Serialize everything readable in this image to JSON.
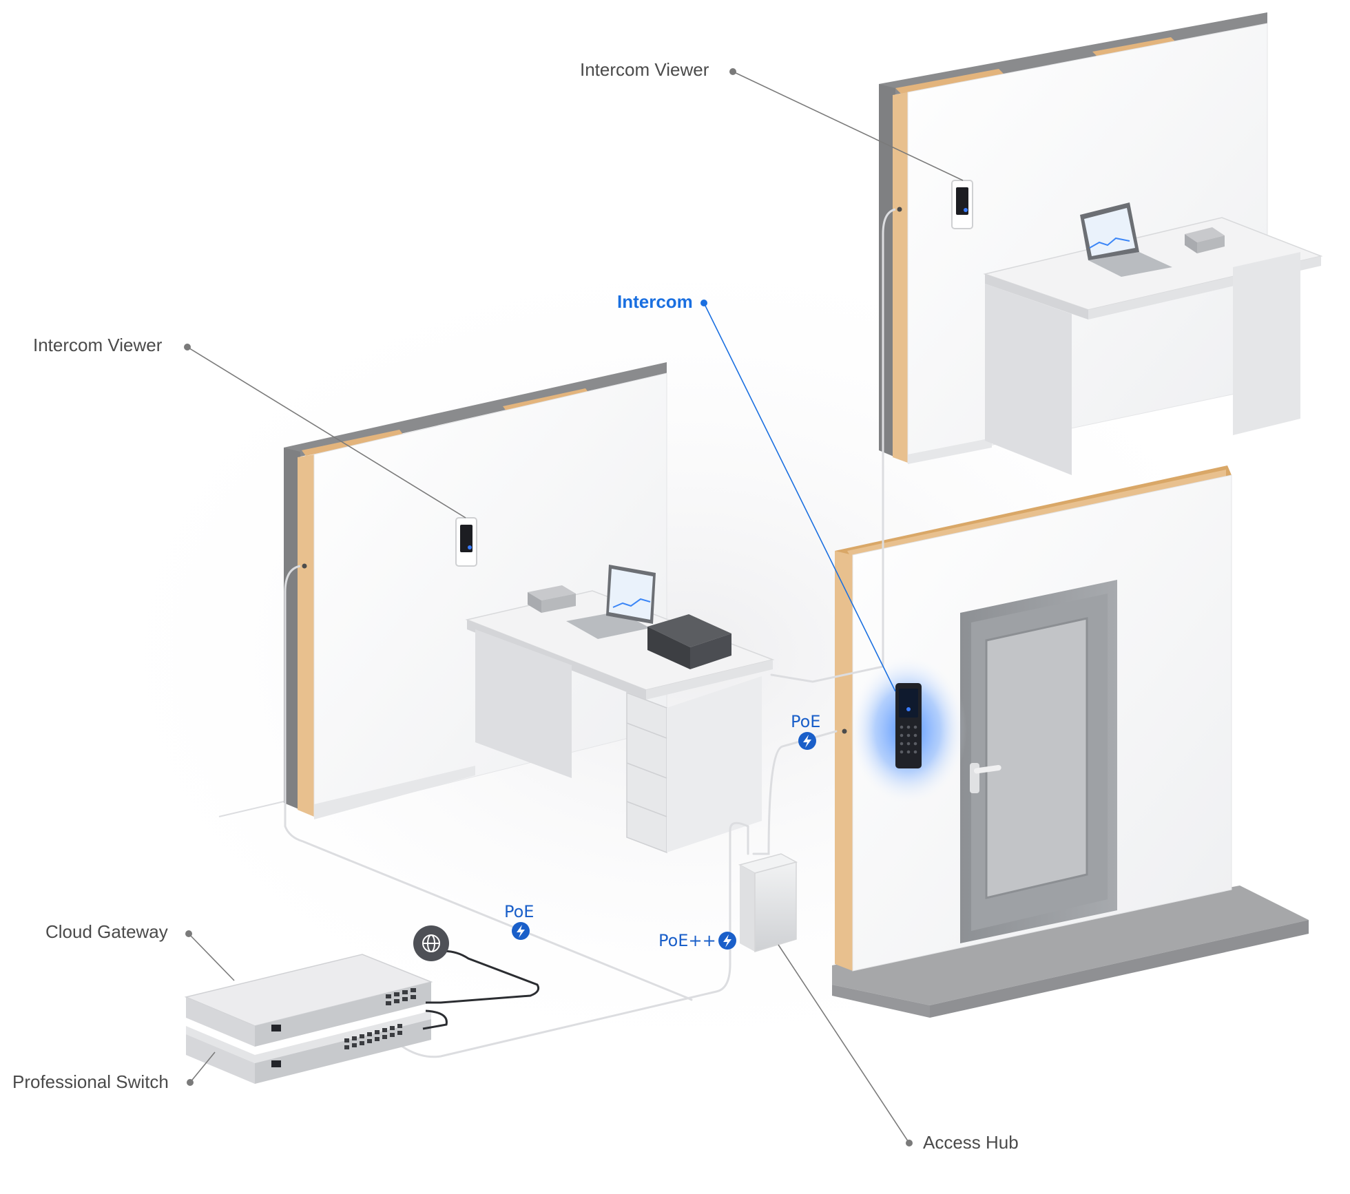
{
  "labels": {
    "intercom_viewer_top": "Intercom Viewer",
    "intercom_viewer_left": "Intercom Viewer",
    "intercom": "Intercom",
    "cloud_gateway": "Cloud Gateway",
    "professional_switch": "Professional Switch",
    "access_hub": "Access Hub"
  },
  "power_badges": {
    "poe_door": "PoE",
    "poe_cable": "PoE",
    "poe_plus_plus": "PoE++"
  },
  "colors": {
    "accent_blue": "#1a6fe0",
    "power_blue": "#1a5fc9",
    "label_gray": "#4a4a4a",
    "leader_gray": "#7a7a7a",
    "wood": "#e8c08e",
    "wall": "#f7f7f8",
    "brick": "#7e7e80"
  },
  "icons": {
    "internet": "globe-icon",
    "power": "lightning-bolt-icon"
  }
}
